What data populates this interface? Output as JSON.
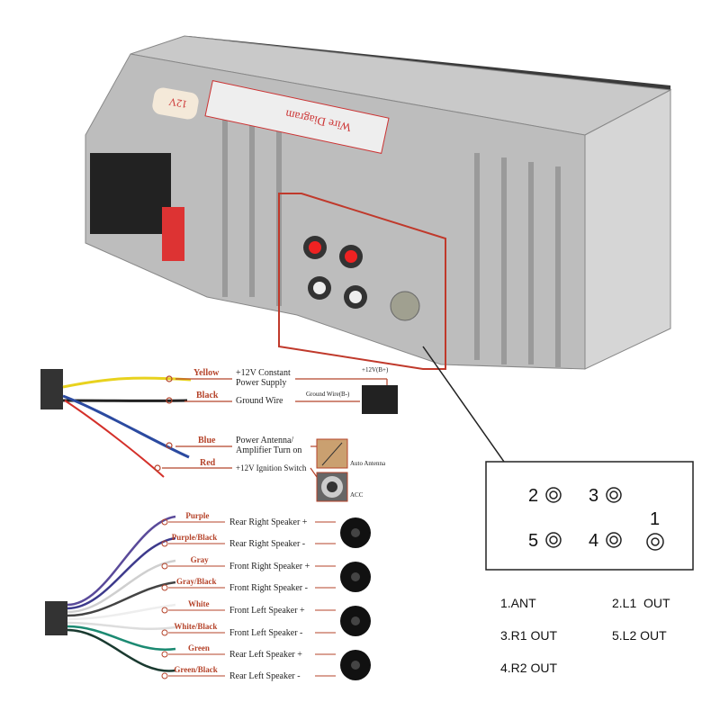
{
  "device": {
    "label_12v": "12V",
    "label_diagram": "Wire Diagram"
  },
  "power_section": {
    "wires": [
      {
        "color_name": "Yellow",
        "function": "+12V Constant Power Supply",
        "hex": "#e8d21e"
      },
      {
        "color_name": "Black",
        "function": "Ground Wire",
        "hex": "#222222"
      },
      {
        "color_name": "Blue",
        "function": "Power Antenna/ Amplifier Turn on",
        "hex": "#2b4aa0"
      },
      {
        "color_name": "Red",
        "function": "+12V Ignition Switch",
        "hex": "#d4302a"
      }
    ],
    "battery_plus": "+12V(B+)",
    "battery_ground": "Ground Wire(B-)",
    "auto_antenna": "Auto Antenna",
    "acc": "ACC"
  },
  "speaker_section": {
    "wires": [
      {
        "color_name": "Purple",
        "function": "Rear Right Speaker +",
        "hex": "#5a4a9a"
      },
      {
        "color_name": "Purple/Black",
        "function": "Rear Right Speaker -",
        "hex": "#3d3a8c"
      },
      {
        "color_name": "Gray",
        "function": "Front Right Speaker +",
        "hex": "#cfcfcf"
      },
      {
        "color_name": "Gray/Black",
        "function": "Front Right Speaker -",
        "hex": "#444444"
      },
      {
        "color_name": "White",
        "function": "Front Left Speaker +",
        "hex": "#eeeeee"
      },
      {
        "color_name": "White/Black",
        "function": "Front Left Speaker -",
        "hex": "#dddddd"
      },
      {
        "color_name": "Green",
        "function": "Rear Left Speaker +",
        "hex": "#1c8a72"
      },
      {
        "color_name": "Green/Black",
        "function": "Rear Left Speaker -",
        "hex": "#1a3a30"
      }
    ]
  },
  "port_inset": {
    "numbers": [
      "2",
      "3",
      "5",
      "4",
      "1"
    ]
  },
  "port_legend": [
    "1.ANT",
    "2.L1  OUT",
    "3.R1 OUT",
    "5.L2 OUT",
    "4.R2 OUT"
  ],
  "accent": "#c0392b"
}
